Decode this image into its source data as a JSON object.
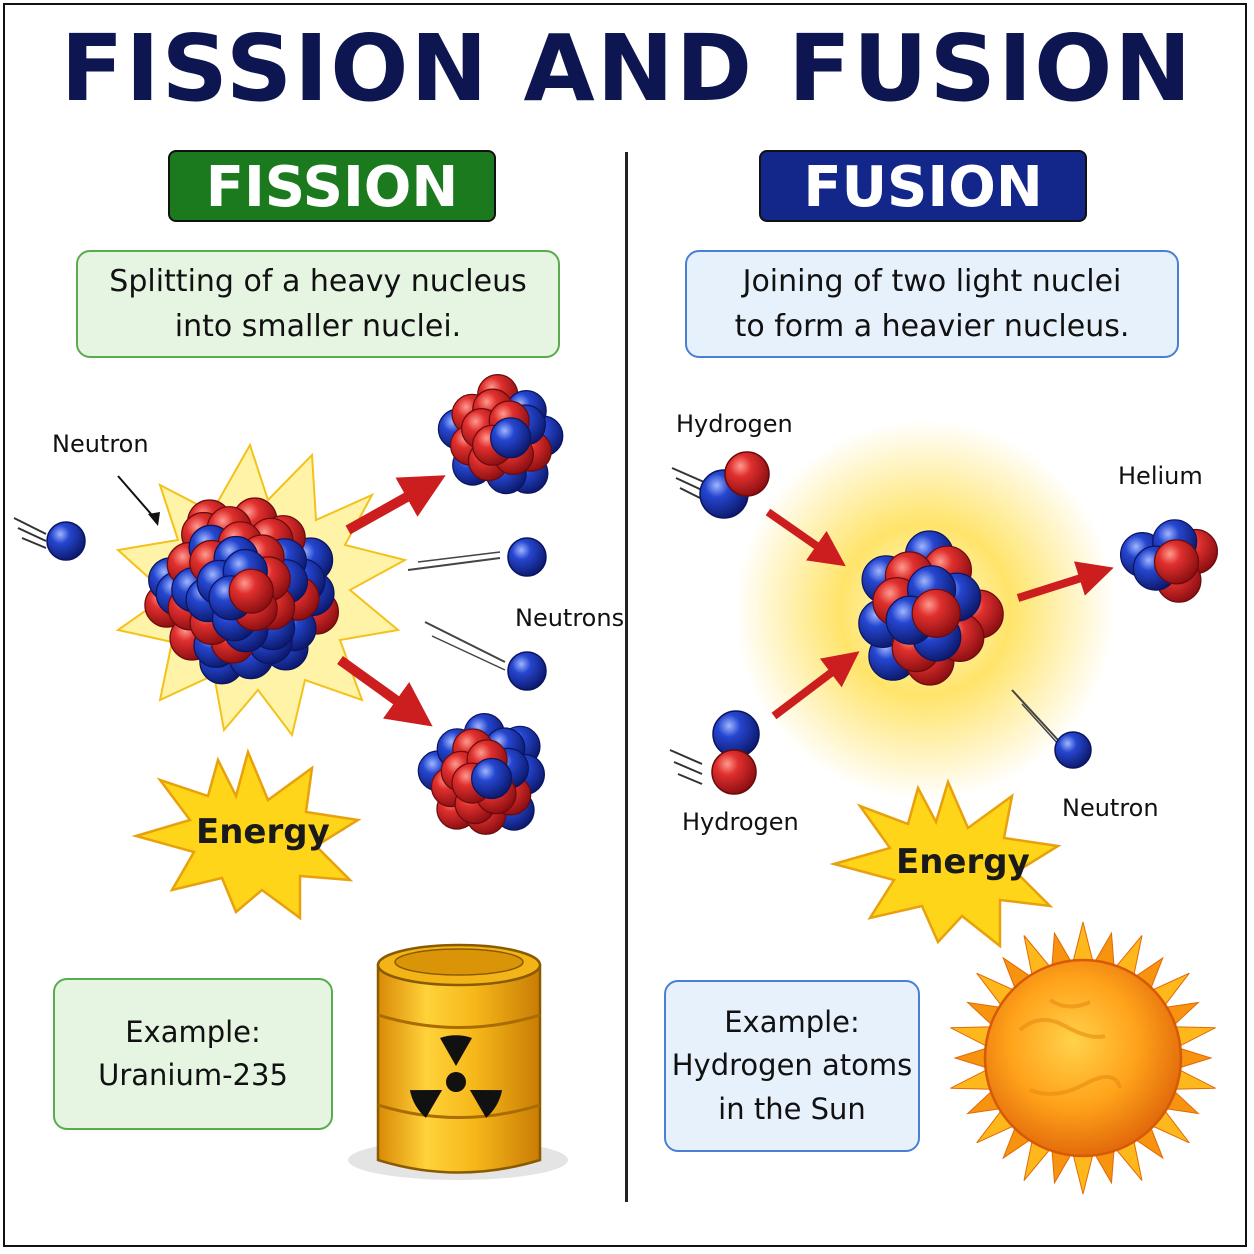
{
  "title": "FISSION AND FUSION",
  "colors": {
    "fission": "#1b7a1e",
    "fusion": "#13278a",
    "proton": "#d7232b",
    "neutron": "#1f3fc2",
    "arrow": "#cc1e1e",
    "energy": "#ffd51a"
  },
  "fission": {
    "heading": "FISSION",
    "description_line1": "Splitting of a heavy nucleus",
    "description_line2": "into smaller nuclei.",
    "neutron_label": "Neutron",
    "neutrons_label": "Neutrons",
    "energy_label": "Energy",
    "example_label": "Example:",
    "example_value": "Uranium-235",
    "icon": "radioactive-barrel-icon"
  },
  "fusion": {
    "heading": "FUSION",
    "description_line1": "Joining of two light nuclei",
    "description_line2": "to form a heavier nucleus.",
    "hydrogen_label_top": "Hydrogen",
    "hydrogen_label_bottom": "Hydrogen",
    "helium_label": "Helium",
    "neutron_label": "Neutron",
    "energy_label": "Energy",
    "example_label": "Example:",
    "example_value_line1": "Hydrogen atoms",
    "example_value_line2": "in the Sun",
    "icon": "sun-icon"
  }
}
